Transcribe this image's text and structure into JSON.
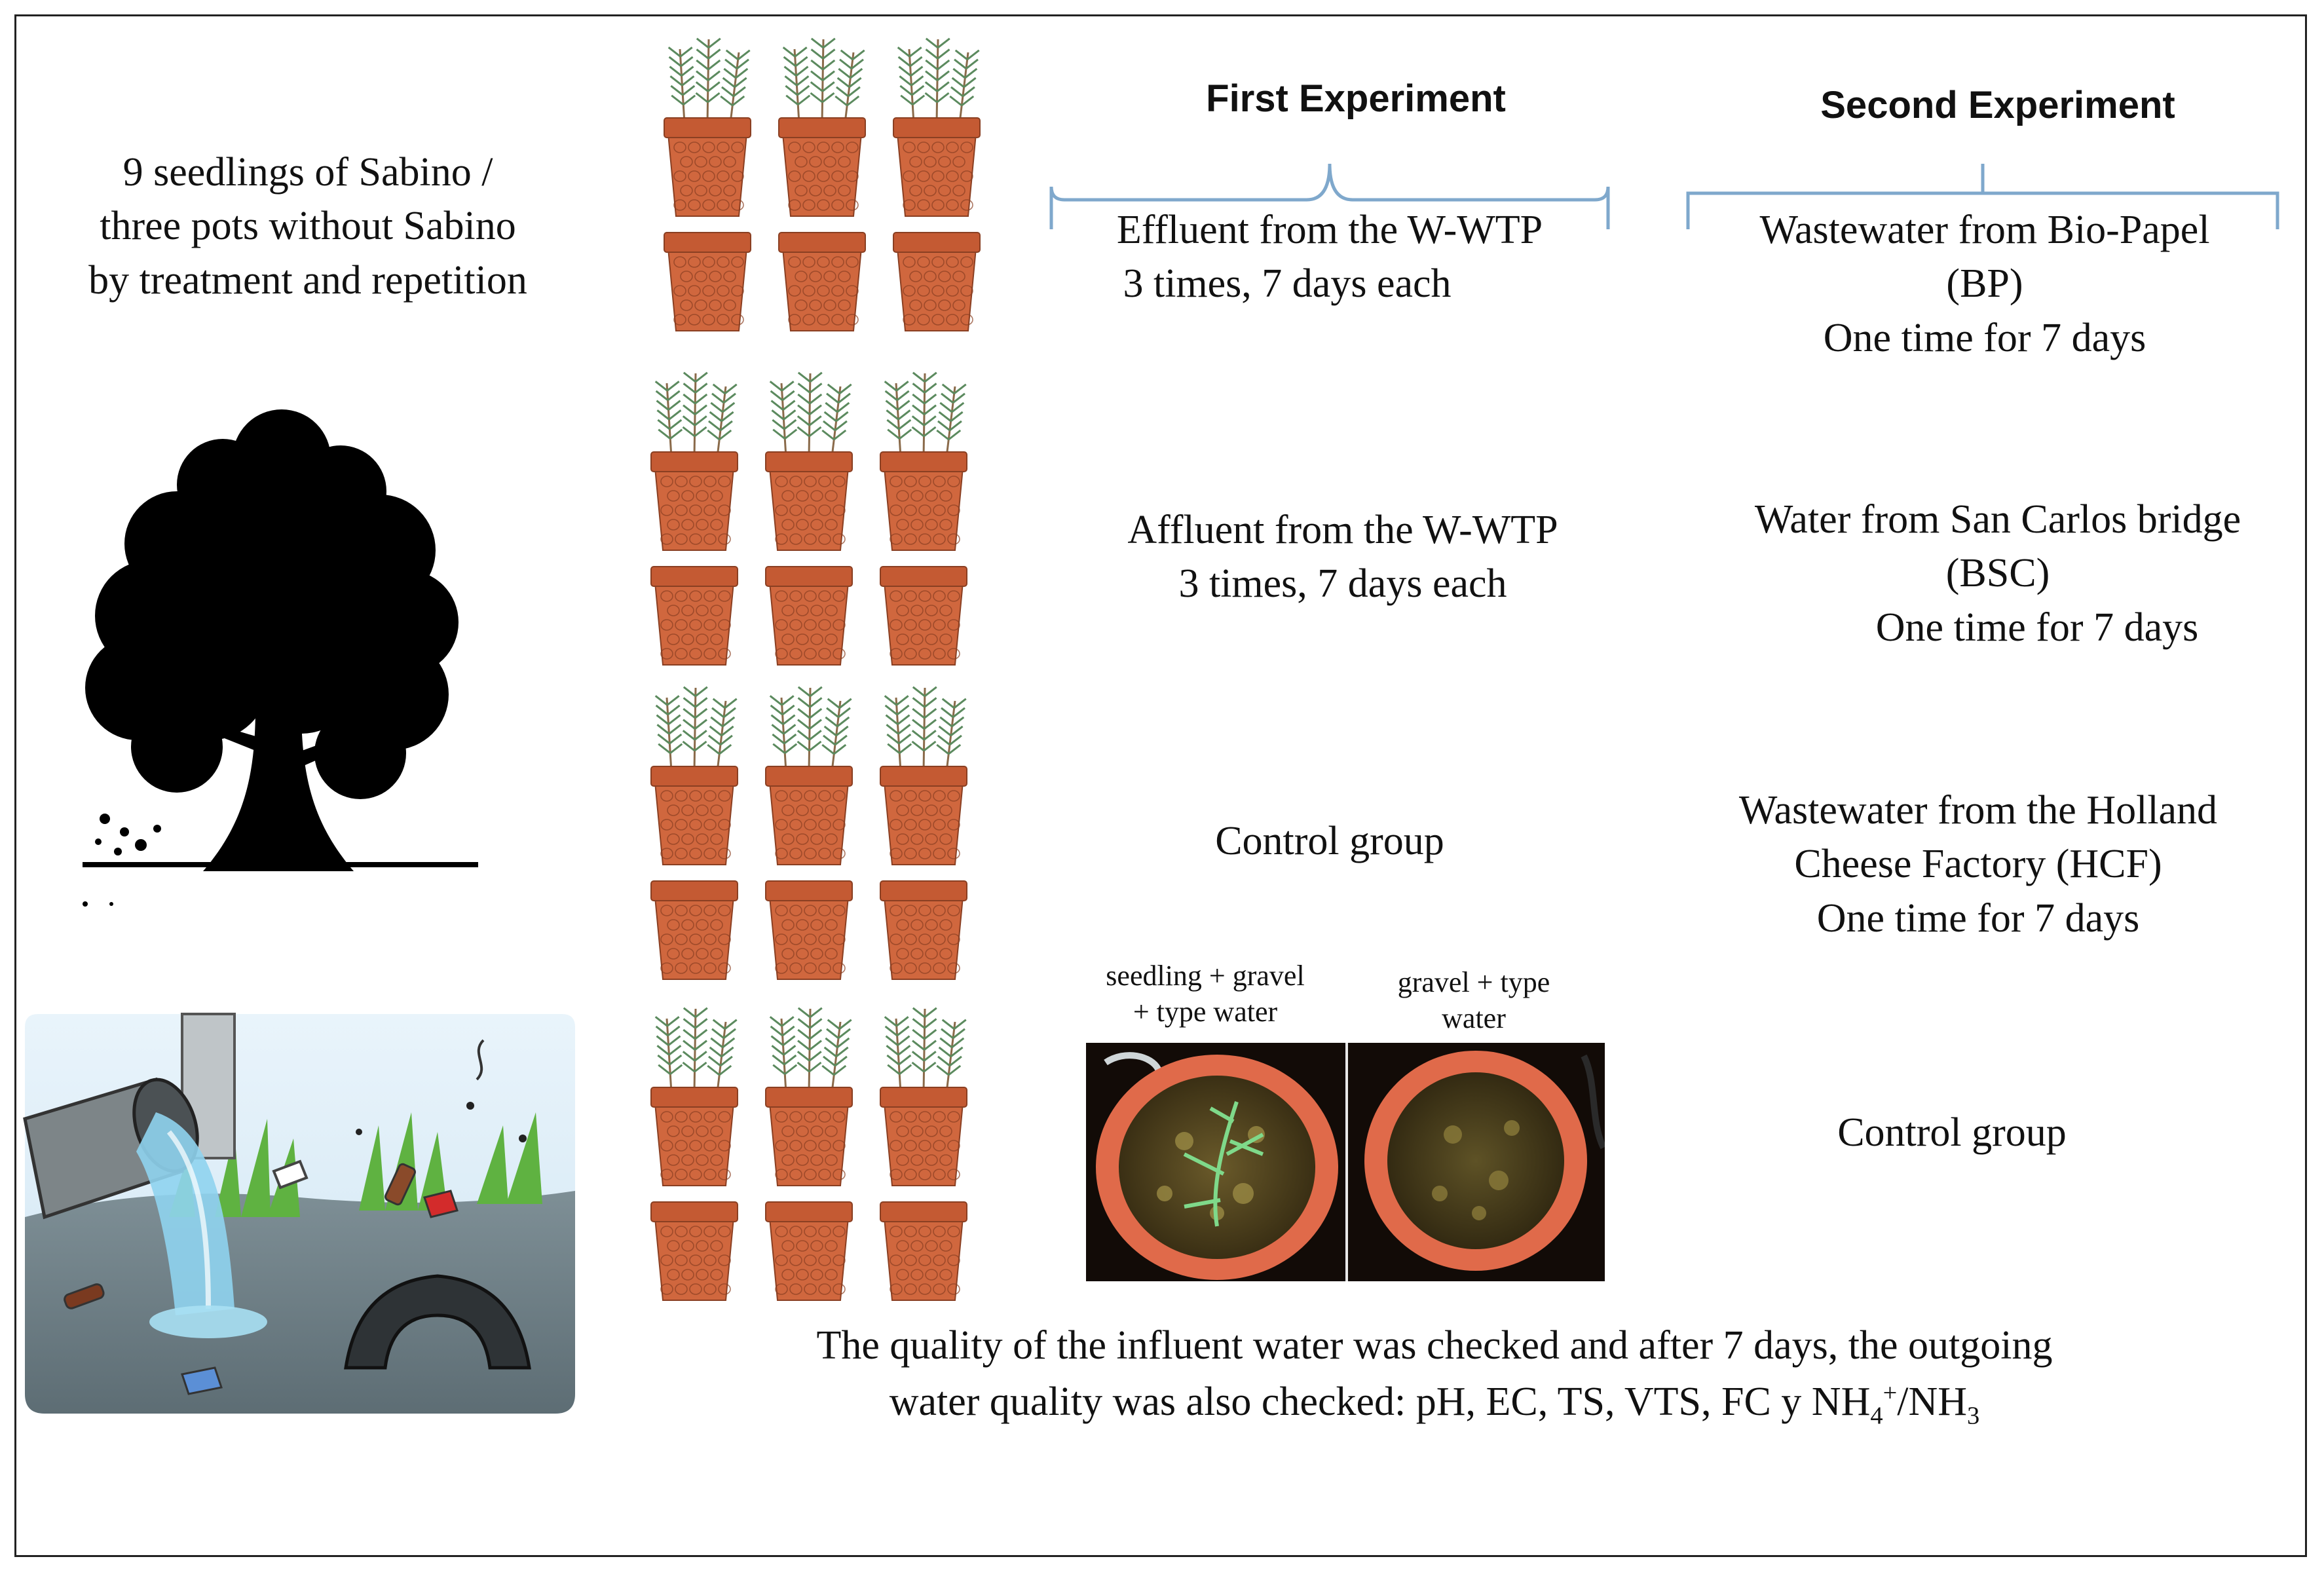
{
  "intro": {
    "line1": "9 seedlings of Sabino /",
    "line2": "three pots without Sabino",
    "line3": "by treatment and repetition"
  },
  "headers": {
    "first": "First Experiment",
    "second": "Second Experiment"
  },
  "first_experiment": [
    {
      "line1": "Effluent from the W-WTP",
      "line2": "3 times, 7 days each"
    },
    {
      "line1": "Affluent from the W-WTP",
      "line2": "3 times, 7 days each"
    },
    {
      "line1": "Control group"
    }
  ],
  "second_experiment": [
    {
      "line1": "Wastewater from Bio-Papel",
      "line2": "(BP)",
      "line3": "One time for 7 days"
    },
    {
      "line1": "Water from San Carlos bridge",
      "line2": "(BSC)",
      "line3": "One time for 7 days"
    },
    {
      "line1": "Wastewater from the Holland",
      "line2": "Cheese Factory (HCF)",
      "line3": "One time for 7 days"
    },
    {
      "line1": "Control group"
    }
  ],
  "photo_labels": {
    "left_line1": "seedling + gravel",
    "left_line2": "+ type water",
    "right_line1": "gravel + type",
    "right_line2": "water"
  },
  "quality_note": {
    "line1": "The quality of the influent water was checked and after 7 days, the outgoing",
    "line2_pre": "water quality was also checked: pH, EC, TS, VTS, FC y NH",
    "sub1": "4",
    "sup1": "+",
    "slash": "/NH",
    "sub2": "3"
  },
  "colors": {
    "pot": "#d0673e",
    "pot_rim": "#c45a33",
    "bracket": "#7fa8cc",
    "plant": "#5b8a5e"
  }
}
